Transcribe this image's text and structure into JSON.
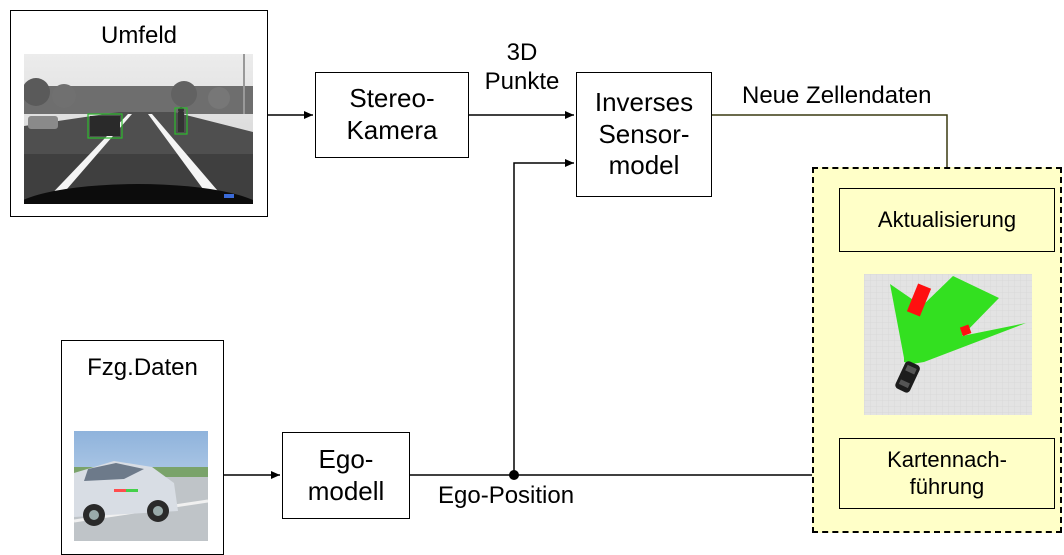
{
  "blocks": {
    "umfeld": {
      "title": "Umfeld"
    },
    "stereo_kamera": {
      "label": "Stereo-\nKamera"
    },
    "punkte_label": "3D\nPunkte",
    "inverses_sensormodel": {
      "label": "Inverses\nSensor-\nmodel"
    },
    "neue_zellendaten_label": "Neue Zellendaten",
    "aktualisierung": {
      "label": "Aktualisierung"
    },
    "kartennachfuehrung": {
      "label": "Kartennach-\nführung"
    },
    "fzg_daten": {
      "title": "Fzg.Daten"
    },
    "egomodell": {
      "label": "Ego-\nmodell"
    },
    "ego_position_label": "Ego-Position"
  },
  "colors": {
    "map_free": "#33e020",
    "map_occupied": "#ff1010",
    "map_background": "#e3e3e3",
    "panel_fill": "#ffffc8",
    "arrow": "#000000",
    "arrow_highlight": "#3a3a10"
  },
  "icons": {
    "camera_view": "grayscale-road-camera-image",
    "vehicle_photo": "moving-car-photo",
    "occupancy_map": "occupancy-grid-map",
    "car": "car-icon"
  }
}
